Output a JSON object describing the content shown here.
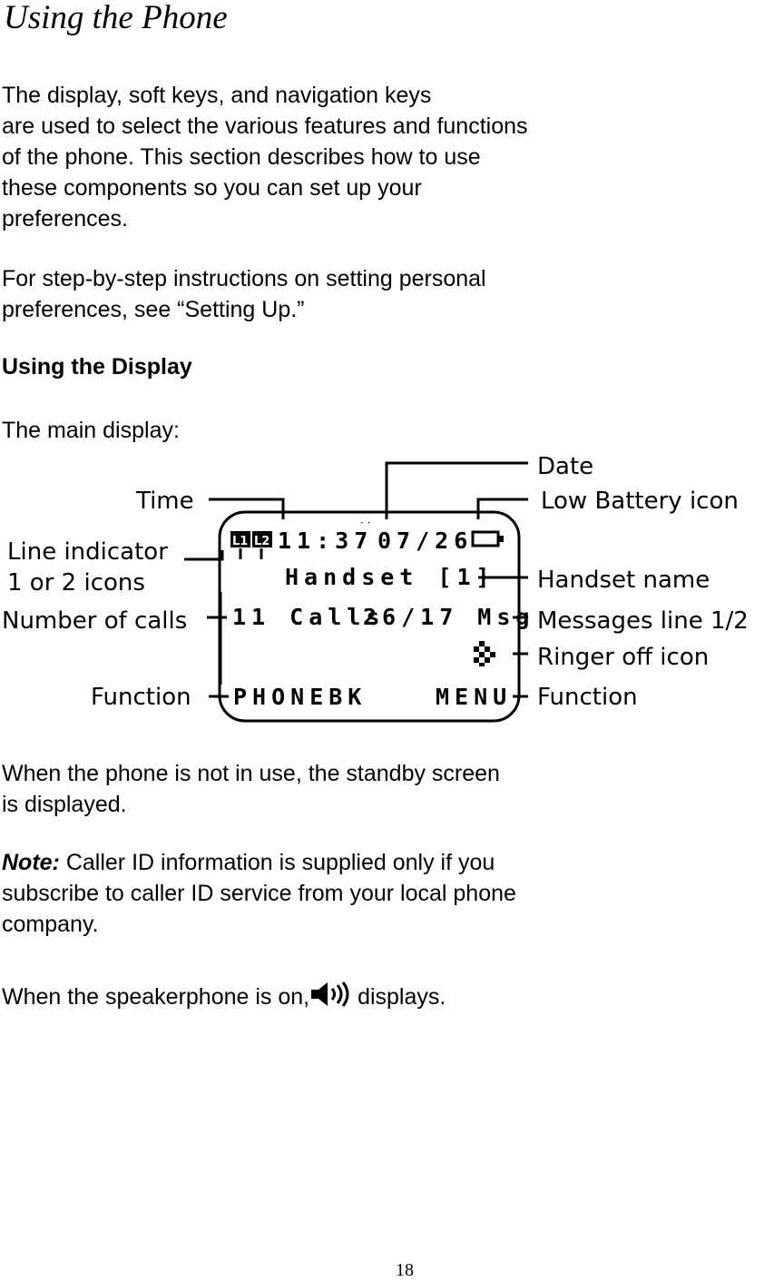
{
  "title": "Using the Phone",
  "intro": "The display, soft keys, and navigation keys\nare used to select the various features and functions\nof the phone. This section describes how to use\nthese components so you can set up your\npreferences.",
  "stepby": "For step-by-step instructions on setting personal\npreferences, see “Setting Up.”",
  "section_heading": "Using the Display",
  "main_display_label": "The main display:",
  "diagram": {
    "labels": {
      "date": "Date",
      "time": "Time",
      "low_battery": "Low  Battery  icon",
      "line_indicator_1": "Line indicator",
      "line_indicator_2": "1 or 2 icons",
      "handset_name": "Handset name",
      "number_of_calls": "Number of calls",
      "messages": "Messages line 1/2",
      "ringer_off": "Ringer off icon",
      "function_left": "Function",
      "function_right": "Function"
    },
    "screen": {
      "line_icons": [
        "L1",
        "L2"
      ],
      "time": "11:37",
      "date": "07/26",
      "handset": "Handset [1]",
      "calls": "11 Calls",
      "msgs": "26/17 Msg",
      "softkey_left": "PHONEBK",
      "softkey_right": "MENU"
    }
  },
  "standby": "When the phone is not in use, the standby screen\nis displayed.",
  "note_label": "Note:",
  "note_text": " Caller ID information is supplied only if you\nsubscribe to caller ID service from your local phone\ncompany.",
  "speaker_before": "When the speakerphone is on,",
  "speaker_after": " displays.",
  "page_number": "18"
}
